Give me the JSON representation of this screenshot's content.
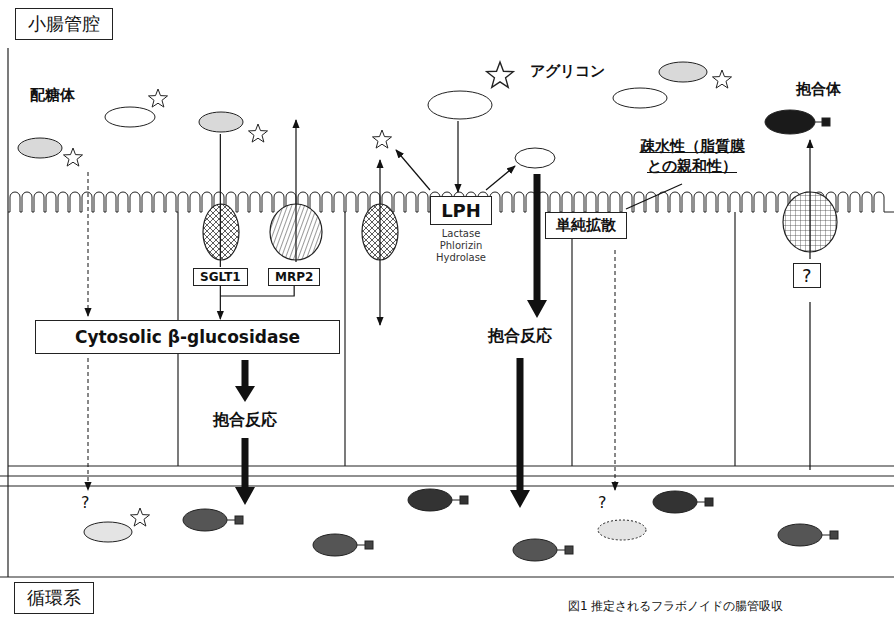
{
  "diagram": {
    "caption": "図1 推定されるフラボノイドの腸管吸収",
    "nodes": [
      {
        "text": [
          "小腸管腔"
        ]
      },
      {
        "text": [
          "SGLT1"
        ]
      },
      {
        "text": [
          "MRP2"
        ]
      },
      {
        "text": [
          "LPH",
          "Lactase Phlorizin Hydrolase"
        ]
      },
      {
        "text": [
          "単純拡散"
        ]
      },
      {
        "text": [
          "?"
        ]
      },
      {
        "text": [
          "Cytosolic β-glucosidase"
        ]
      },
      {
        "text": [
          "循環系"
        ]
      }
    ],
    "edges": [
      {
        "from": 1,
        "to": 6,
        "arrow": "to"
      }
    ],
    "labels": [
      "配糖体",
      "アグリコン",
      "抱合体",
      "疎水性（脂質膜との親和性）",
      "抱合反応",
      "抱合反応",
      "?",
      "?"
    ]
  }
}
